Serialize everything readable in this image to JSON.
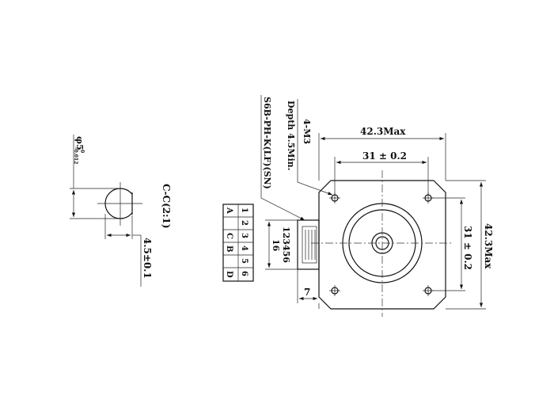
{
  "section_view": {
    "label": "C-C(2:1)",
    "diameter": "φ5",
    "diameter_tol_upper": "0",
    "diameter_tol_lower": "-0.012",
    "flat_dim": "4.5±0.1"
  },
  "pin_table": {
    "rows": [
      {
        "num": "1",
        "phase": "A"
      },
      {
        "num": "2",
        "phase": ""
      },
      {
        "num": "3",
        "phase": "C"
      },
      {
        "num": "4",
        "phase": "B"
      },
      {
        "num": "5",
        "phase": ""
      },
      {
        "num": "6",
        "phase": "D"
      }
    ]
  },
  "front_view": {
    "width_max": "42.3Max",
    "height_max": "42.3Max",
    "hole_spacing_h": "31 ± 0.2",
    "hole_spacing_v": "31 ± 0.2",
    "hole_label": "4-M3",
    "hole_depth": "Depth 4.5Min.",
    "connector_label": "S6B-PH-K(LF)(SN)",
    "connector_pins": "123456",
    "connector_width": "16",
    "connector_depth": "7"
  }
}
